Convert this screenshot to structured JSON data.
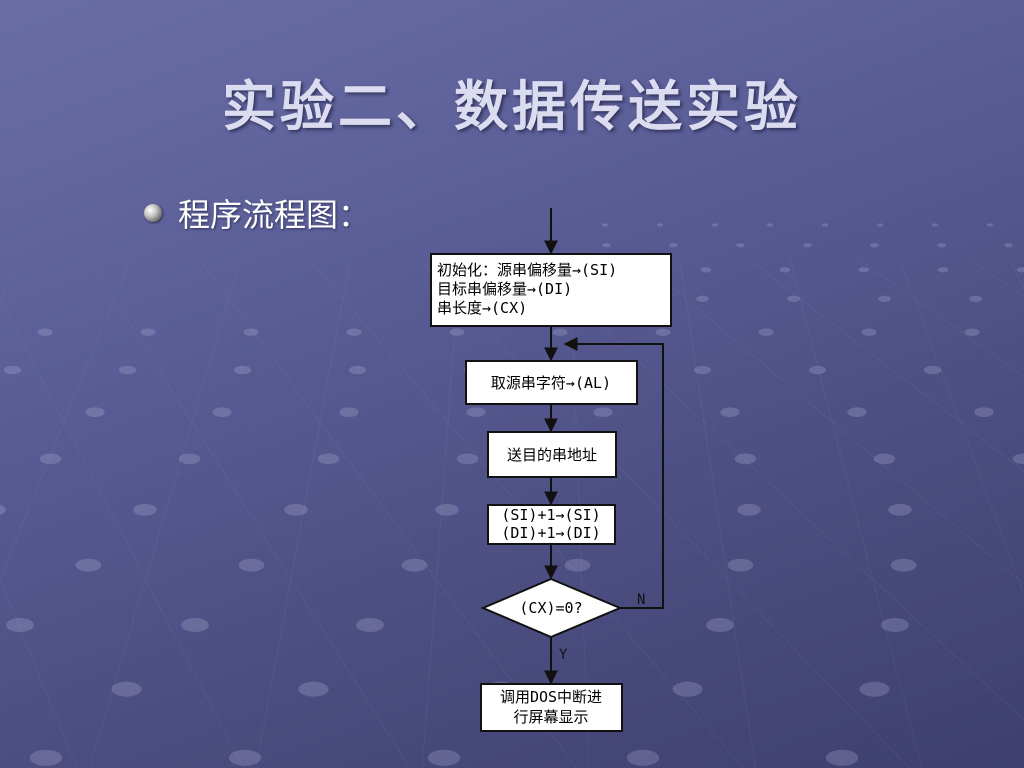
{
  "slide": {
    "title": "实验二、数据传送实验",
    "bullet": "程序流程图："
  },
  "flowchart": {
    "init": [
      "初始化：源串偏移量→(SI)",
      "目标串偏移量→(DI)",
      "串长度→(CX)"
    ],
    "fetch": "取源串字符→(AL)",
    "send": "送目的串地址",
    "increment": [
      "(SI)+1→(SI)",
      "(DI)+1→(DI)"
    ],
    "decision": "(CX)=0?",
    "no_label": "N",
    "yes_label": "Y",
    "end": [
      "调用DOS中断进",
      "行屏幕显示"
    ]
  },
  "colors": {
    "background": "#5a5d96",
    "title": "#dcdcf0",
    "bullet_text": "#ffffff",
    "box_fill": "#ffffff",
    "line": "#111111"
  }
}
